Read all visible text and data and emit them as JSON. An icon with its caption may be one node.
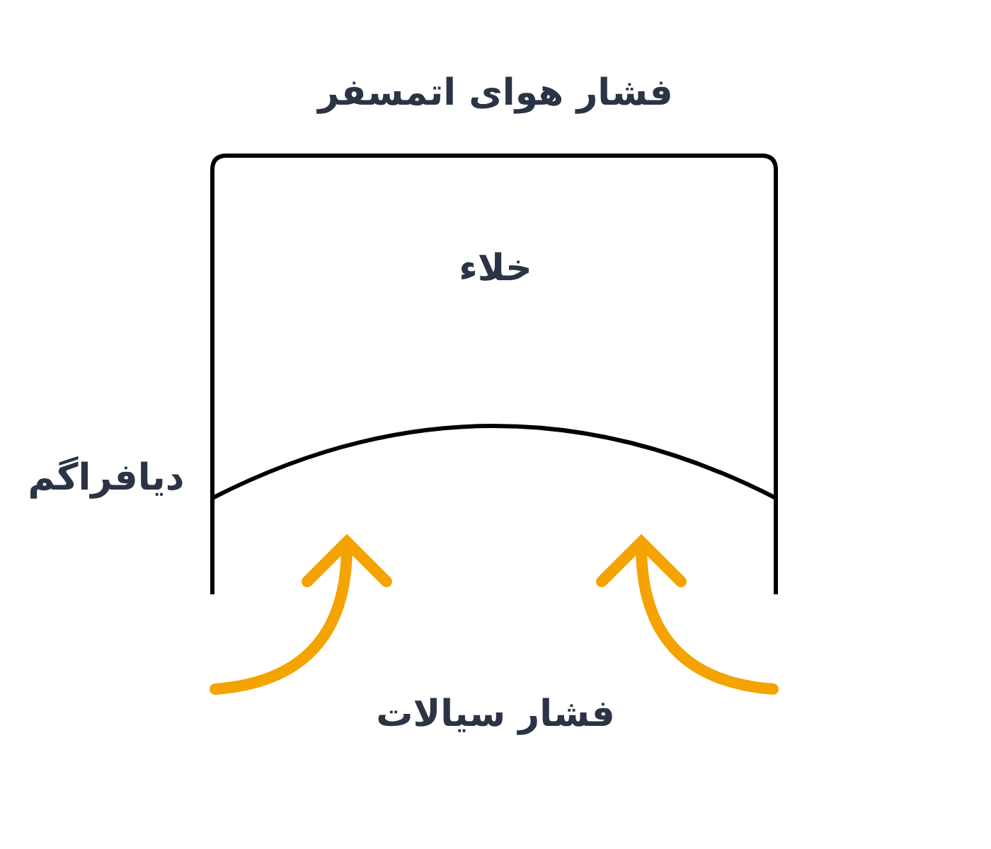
{
  "diagram": {
    "title": "فشار هوای اتمسفر",
    "labels": [
      "خلاء",
      "دیافراگم",
      "فشار سیالات"
    ]
  }
}
